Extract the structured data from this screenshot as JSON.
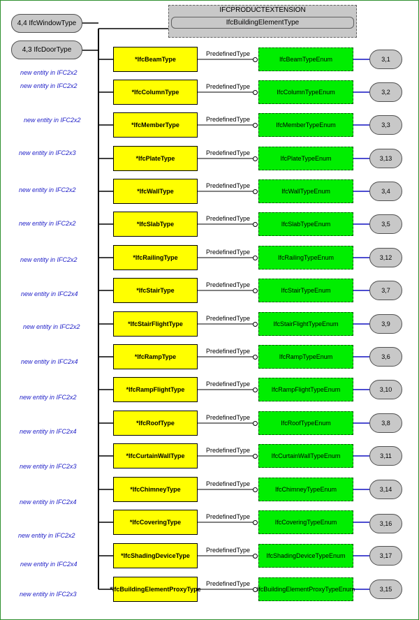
{
  "header": {
    "title": "IFCPRODUCTEXTENSION",
    "subtitle": "IfcBuildingElementType"
  },
  "left_refs": [
    "4,4 IfcWindowType",
    "4,3 IfcDoorType"
  ],
  "predefined_label": "PredefinedType",
  "rows": [
    {
      "note": "new entity in IFC2x2",
      "type": "*IfcBeamType",
      "enum": "IfcBeamTypeEnum",
      "ref": "3,1"
    },
    {
      "note": "new entity in IFC2x2",
      "type": "*IfcColumnType",
      "enum": "IfcColumnTypeEnum",
      "ref": "3,2"
    },
    {
      "note": "new entity in IFC2x2",
      "type": "*IfcMemberType",
      "enum": "IfcMemberTypeEnum",
      "ref": "3,3"
    },
    {
      "note": "new entity in IFC2x3",
      "type": "*IfcPlateType",
      "enum": "IfcPlateTypeEnum",
      "ref": "3,13"
    },
    {
      "note": "new entity in IFC2x2",
      "type": "*IfcWallType",
      "enum": "IfcWallTypeEnum",
      "ref": "3,4"
    },
    {
      "note": "new entity in IFC2x2",
      "type": "*IfcSlabType",
      "enum": "IfcSlabTypeEnum",
      "ref": "3,5"
    },
    {
      "note": "new entity in IFC2x2",
      "type": "*IfcRailingType",
      "enum": "IfcRailingTypeEnum",
      "ref": "3,12"
    },
    {
      "note": "new entity in IFC2x4",
      "type": "*IfcStairType",
      "enum": "IfcStairTypeEnum",
      "ref": "3,7"
    },
    {
      "note": "new entity in IFC2x2",
      "type": "*IfcStairFlightType",
      "enum": "IfcStairFlightTypeEnum",
      "ref": "3,9"
    },
    {
      "note": "new entity in IFC2x4",
      "type": "*IfcRampType",
      "enum": "IfcRampTypeEnum",
      "ref": "3,6"
    },
    {
      "note": "new entity in IFC2x2",
      "type": "*IfcRampFlightType",
      "enum": "IfcRampFlightTypeEnum",
      "ref": "3,10"
    },
    {
      "note": "new entity in IFC2x4",
      "type": "*IfcRoofType",
      "enum": "IfcRoofTypeEnum",
      "ref": "3,8"
    },
    {
      "note": "new entity in IFC2x3",
      "type": "*IfcCurtainWallType",
      "enum": "IfcCurtainWallTypeEnum",
      "ref": "3,11"
    },
    {
      "note": "new entity in IFC2x4",
      "type": "*IfcChimneyType",
      "enum": "IfcChimneyTypeEnum",
      "ref": "3,14"
    },
    {
      "note": "new entity in IFC2x2",
      "type": "*IfcCoveringType",
      "enum": "IfcCoveringTypeEnum",
      "ref": "3,16"
    },
    {
      "note": "new entity in IFC2x4",
      "type": "*IfcShadingDeviceType",
      "enum": "IfcShadingDeviceTypeEnum",
      "ref": "3,17"
    },
    {
      "note": "new entity in IFC2x3",
      "type": "*IfcBuildingElementProxyType",
      "enum": "IfcBuildingElementProxyTypeEnum",
      "ref": "3,15"
    }
  ]
}
